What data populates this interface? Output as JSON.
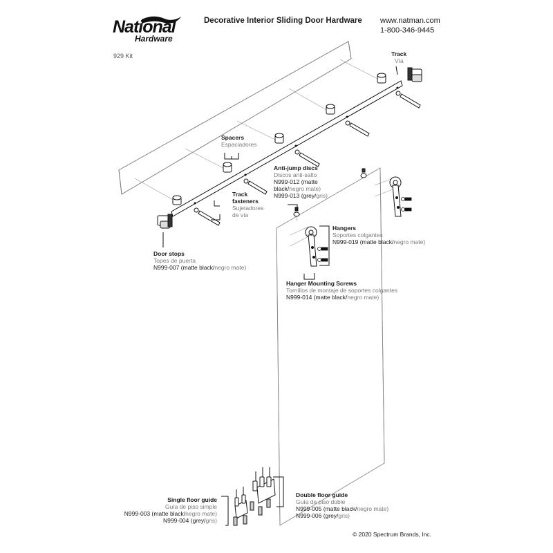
{
  "header": {
    "brand_main": "National",
    "brand_sub": "Hardware",
    "title": "Decorative Interior Sliding Door Hardware",
    "website": "www.natman.com",
    "phone": "1-800-346-9445",
    "kit": "929 Kit"
  },
  "labels": {
    "track": {
      "en": "Track",
      "es": "Vía"
    },
    "spacers": {
      "en": "Spacers",
      "es": "Espaciadores"
    },
    "anti_jump": {
      "en": "Anti-jump discs",
      "es": "Discos anti-salto",
      "line1": "N999-012 (matte",
      "line2_black": "black/",
      "line2_grey": "negro mate)",
      "line3_black": "N999-013 (grey/",
      "line3_grey": "gris)"
    },
    "track_fasteners": {
      "en1": "Track",
      "en2": "fasteners",
      "es1": "Sujetadores",
      "es2": "de vía"
    },
    "door_stops": {
      "en": "Door stops",
      "es": "Topes de puerta",
      "part_black": "N999-007 (matte black/",
      "part_grey": "negro mate)"
    },
    "hangers": {
      "en": "Hangers",
      "es": "Soportes colgantes",
      "part_black": "N999-019 (matte black/",
      "part_grey": "negro mate)"
    },
    "hanger_screws": {
      "en": "Hanger Mounting Screws",
      "es": "Tornillos de montaje de soportes colgantes",
      "part_black": "N999-014 (matte black/",
      "part_grey": "negro mate)"
    },
    "single_guide": {
      "en": "Single floor guide",
      "es": "Guía de piso simple",
      "p1_black": "N999-003 (matte black/",
      "p1_grey": "negro mate)",
      "p2_black": "N999-004 (grey/",
      "p2_grey": "gris)"
    },
    "double_guide": {
      "en": "Double floor guide",
      "es": "Guía de piso doble",
      "p1_black": "N999-005 (matte black/",
      "p1_grey": "negro mate)",
      "p2_black": "N999-006 (grey/",
      "p2_grey": "gris)"
    }
  },
  "footer": {
    "copyright": "© 2020 Spectrum Brands, Inc."
  }
}
